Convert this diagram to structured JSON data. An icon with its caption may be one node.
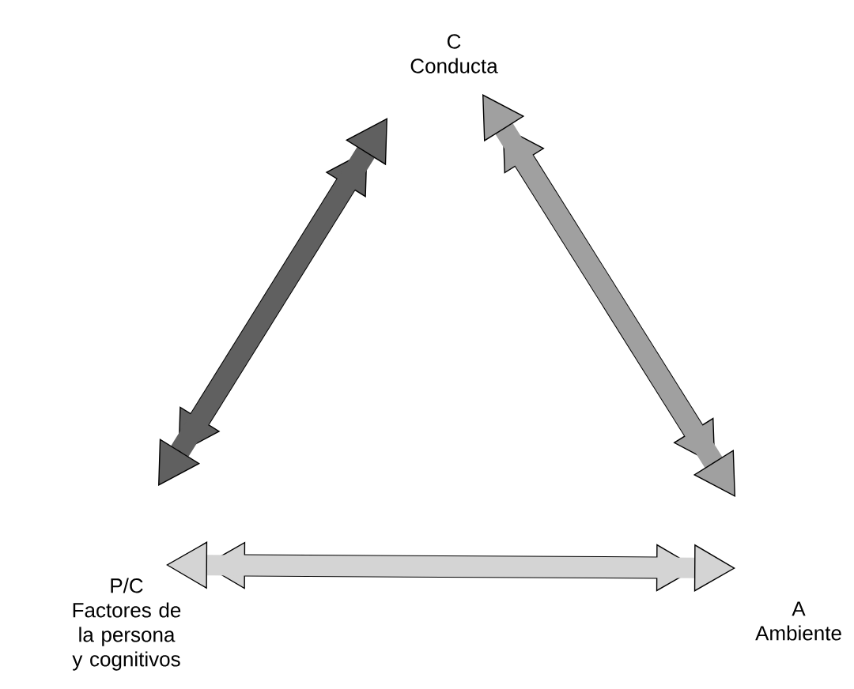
{
  "diagram": {
    "nodes": [
      {
        "text": [
          "C",
          "Conducta"
        ]
      },
      {
        "text": [
          "P/C",
          "Factores de la persona y cognitivos"
        ]
      },
      {
        "text": [
          "A",
          "Ambiente"
        ]
      }
    ],
    "edges": [
      {
        "from": 0,
        "to": 1,
        "arrow": "both",
        "color": "#606060"
      },
      {
        "from": 0,
        "to": 2,
        "arrow": "both",
        "color": "#a0a0a0"
      },
      {
        "from": 1,
        "to": 2,
        "arrow": "both",
        "color": "#d4d4d4"
      }
    ]
  }
}
